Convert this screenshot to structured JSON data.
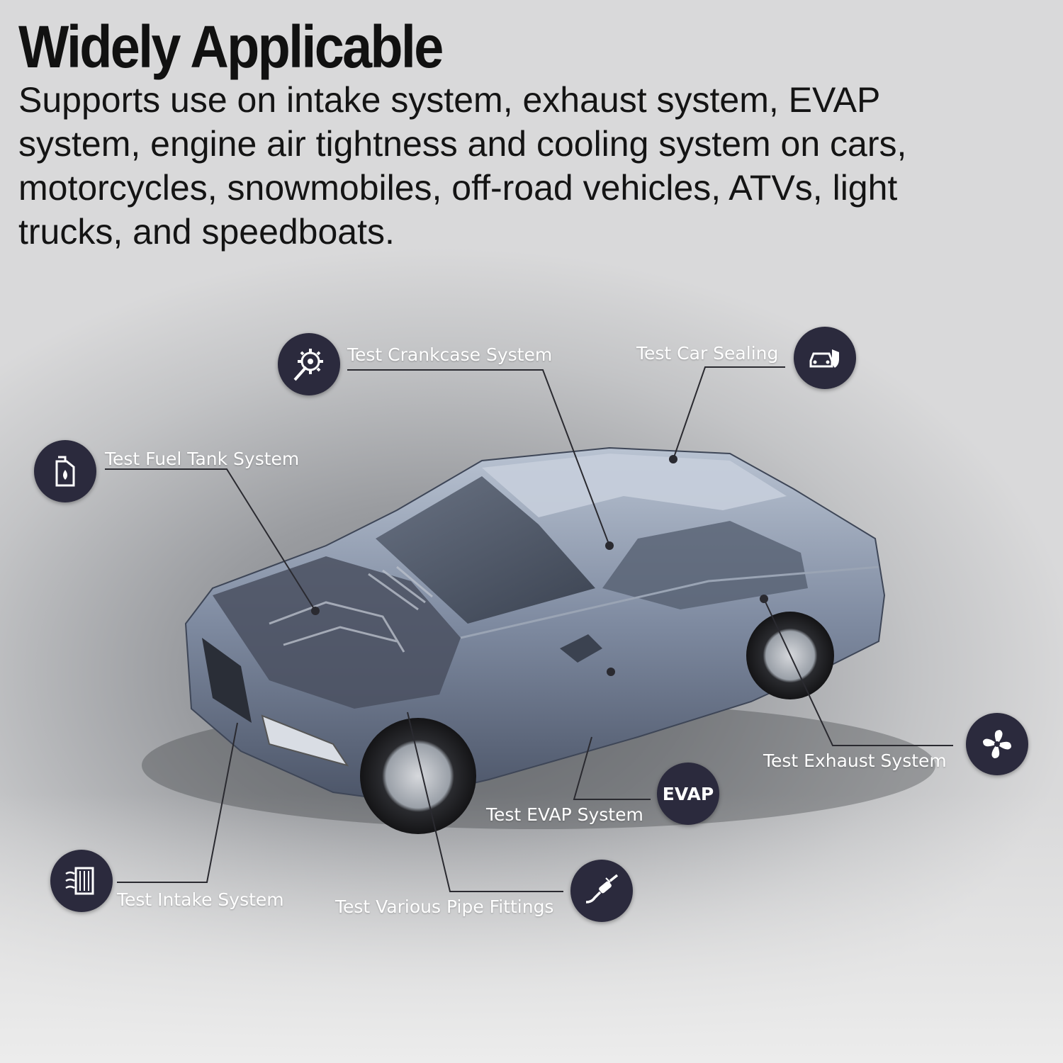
{
  "header": {
    "title": "Widely Applicable",
    "description": "Supports use on intake system, exhaust system, EVAP system, engine air tightness and cooling system on cars, motorcycles, snowmobiles, off-road vehicles, ATVs, light trucks, and speedboats."
  },
  "callouts": {
    "crankcase": {
      "label": "Test Crankcase System",
      "icon": "gear-wrench-icon"
    },
    "sealing": {
      "label": "Test Car Sealing",
      "icon": "car-shield-icon"
    },
    "fuel": {
      "label": "Test Fuel Tank System",
      "icon": "fuel-can-icon"
    },
    "exhaust": {
      "label": "Test Exhaust System",
      "icon": "fan-icon"
    },
    "evap": {
      "label": "Test EVAP System",
      "badge": "EVAP"
    },
    "intake": {
      "label": "Test Intake System",
      "icon": "intake-icon"
    },
    "pipe": {
      "label": "Test Various Pipe Fittings",
      "icon": "pipe-icon"
    }
  },
  "colors": {
    "icon_bg": "#2b2a3d",
    "label_text": "#ffffff",
    "title_text": "#111111"
  }
}
